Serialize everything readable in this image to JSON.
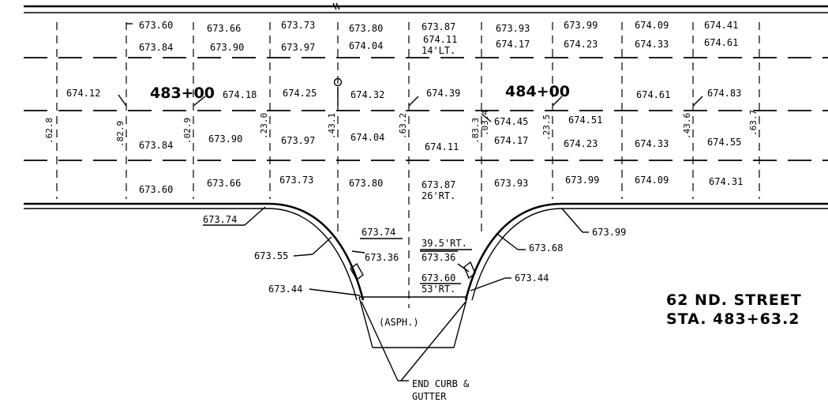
{
  "title": {
    "street": "62 ND. STREET",
    "station": "STA. 483+63.2"
  },
  "stations": [
    "483+00",
    "484+00"
  ],
  "row_top": [
    "673.60",
    "673.66",
    "673.73",
    "673.80",
    "673.87",
    "673.93",
    "673.99",
    "674.09",
    "674.41"
  ],
  "row_2": [
    "673.84",
    "673.90",
    "673.97",
    "674.04",
    "674.11",
    "674.17",
    "674.23",
    "674.33",
    "674.61"
  ],
  "row_2_offset": "14'LT.",
  "row_3": [
    "674.12",
    "674.18",
    "674.25",
    "674.32",
    "674.39",
    "674.45",
    "674.51",
    "674.61",
    "674.83"
  ],
  "row_4": [
    "673.84",
    "673.90",
    "673.97",
    "674.04",
    "674.11",
    "674.17",
    "674.23",
    "674.33",
    "674.55"
  ],
  "row_bottom": [
    "673.60",
    "673.66",
    "673.73",
    "673.80",
    "673.87",
    "673.93",
    "673.99",
    "674.09",
    "674.31"
  ],
  "row_bottom_offset": "26'RT.",
  "vertical_labels": [
    ".62.8",
    ".82.9",
    ".02.9",
    ".23.0",
    ".43.1",
    ".63.2",
    ".83.3",
    ".03.4",
    ".23.5",
    ".43.6",
    ".63.7"
  ],
  "intersection": {
    "curb_left": "673.74",
    "curb_right": "673.99",
    "left_radius": "673.55",
    "right_radius": "673.68",
    "center_top": "673.74",
    "offset_39": "39.5'RT.",
    "gutter_left": "673.36",
    "gutter_center": "673.36",
    "center_low": "673.60",
    "offset_53": "53'RT.",
    "end_left": "673.44",
    "end_right": "673.44",
    "pavement": "(ASPH.)",
    "note_line1": "END CURB &",
    "note_line2": "GUTTER"
  }
}
